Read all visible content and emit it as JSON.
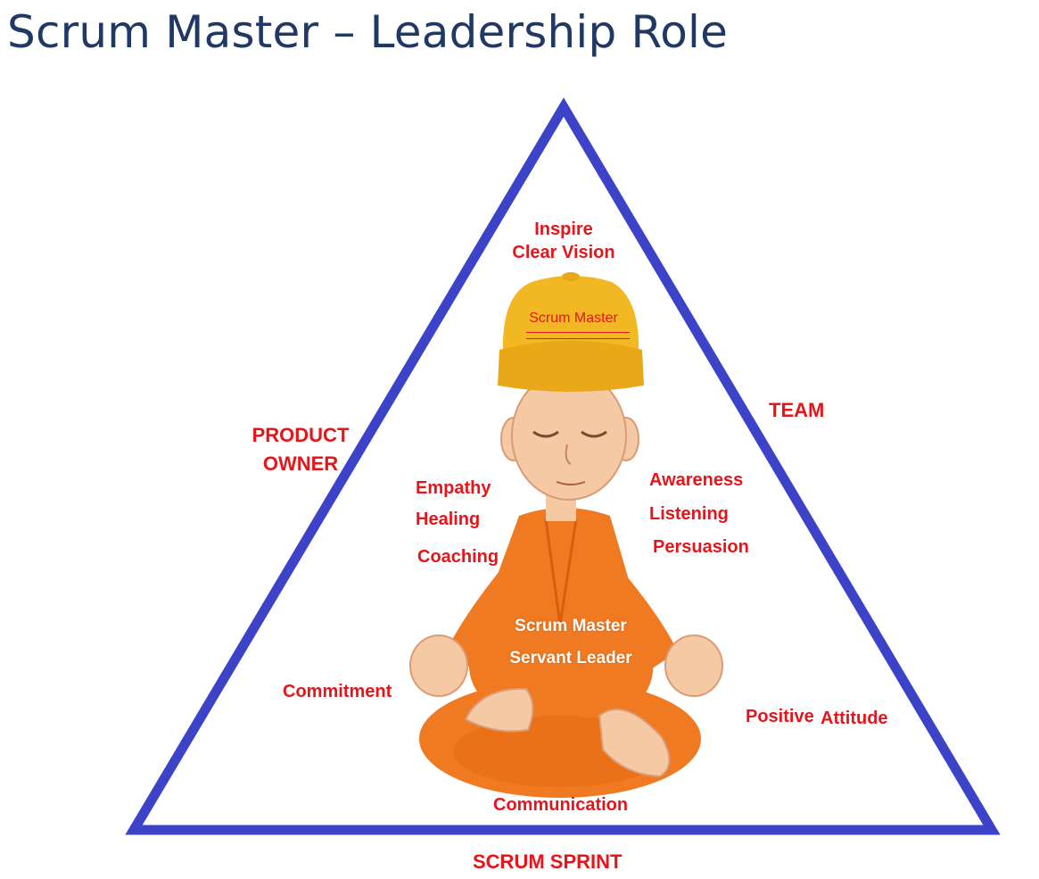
{
  "title": "Scrum Master – Leadership Role",
  "colors": {
    "title": "#1f3864",
    "triangle": "#3c43c9",
    "label": "#e4161b",
    "robe": "#f07a22",
    "cap": "#f2b824",
    "skin": "#f4c9a4"
  },
  "triangle": {
    "apex_label": [
      "Inspire",
      "Clear Vision"
    ],
    "left_side_label": [
      "PRODUCT",
      "OWNER"
    ],
    "right_side_label": "TEAM",
    "bottom_label": "SCRUM SPRINT"
  },
  "figure": {
    "cap_text": "Scrum Master",
    "robe_text": [
      "Scrum Master",
      "Servant Leader"
    ]
  },
  "qualities": {
    "left": [
      "Empathy",
      "Healing",
      "Coaching"
    ],
    "right": [
      "Awareness",
      "Listening",
      "Persuasion"
    ],
    "commitment": "Commitment",
    "positive": "Positive",
    "attitude": "Attitude",
    "communication": "Communication"
  }
}
